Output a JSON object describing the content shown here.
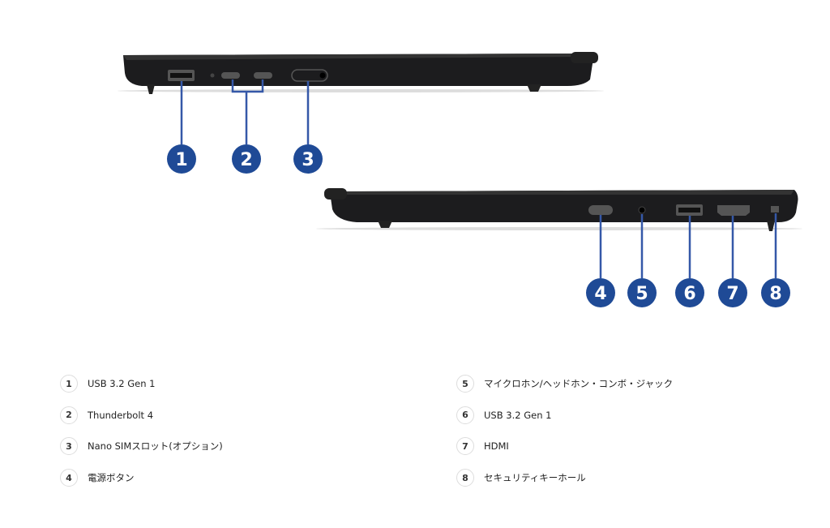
{
  "colors": {
    "badge": "#1f4a96",
    "line": "#3558a8",
    "body": "#1c1c1e"
  },
  "callouts": [
    "1",
    "2",
    "3",
    "4",
    "5",
    "6",
    "7",
    "8"
  ],
  "legend": [
    {
      "num": "1",
      "label": "USB 3.2 Gen 1"
    },
    {
      "num": "2",
      "label": "Thunderbolt 4"
    },
    {
      "num": "3",
      "label": "Nano SIMスロット(オプション)"
    },
    {
      "num": "4",
      "label": "電源ボタン"
    },
    {
      "num": "5",
      "label": "マイクロホン/ヘッドホン・コンボ・ジャック"
    },
    {
      "num": "6",
      "label": "USB 3.2 Gen 1"
    },
    {
      "num": "7",
      "label": "HDMI"
    },
    {
      "num": "8",
      "label": "セキュリティキーホール"
    }
  ]
}
